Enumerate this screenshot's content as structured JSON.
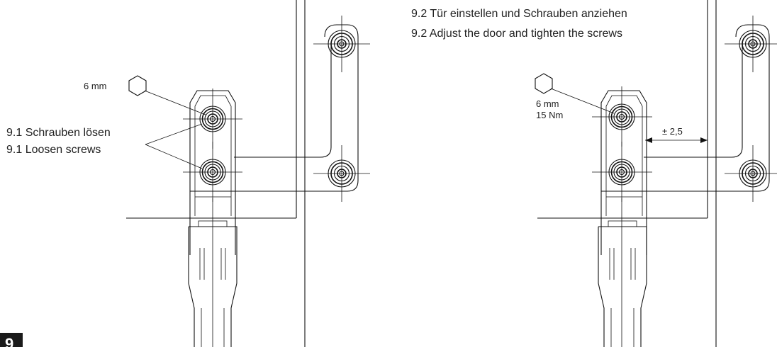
{
  "left": {
    "tool_size": "6 mm",
    "step_de": "9.1 Schrauben lösen",
    "step_en": "9.1 Loosen screws"
  },
  "right": {
    "step_de": "9.2 Tür einstellen und Schrauben anziehen",
    "step_en": "9.2 Adjust the door and tighten the screws",
    "tool_size": "6 mm",
    "torque": "15 Nm",
    "adjust_range": "± 2,5"
  },
  "step_number": "9",
  "icons": {
    "hex_key": "hexagon-icon"
  }
}
